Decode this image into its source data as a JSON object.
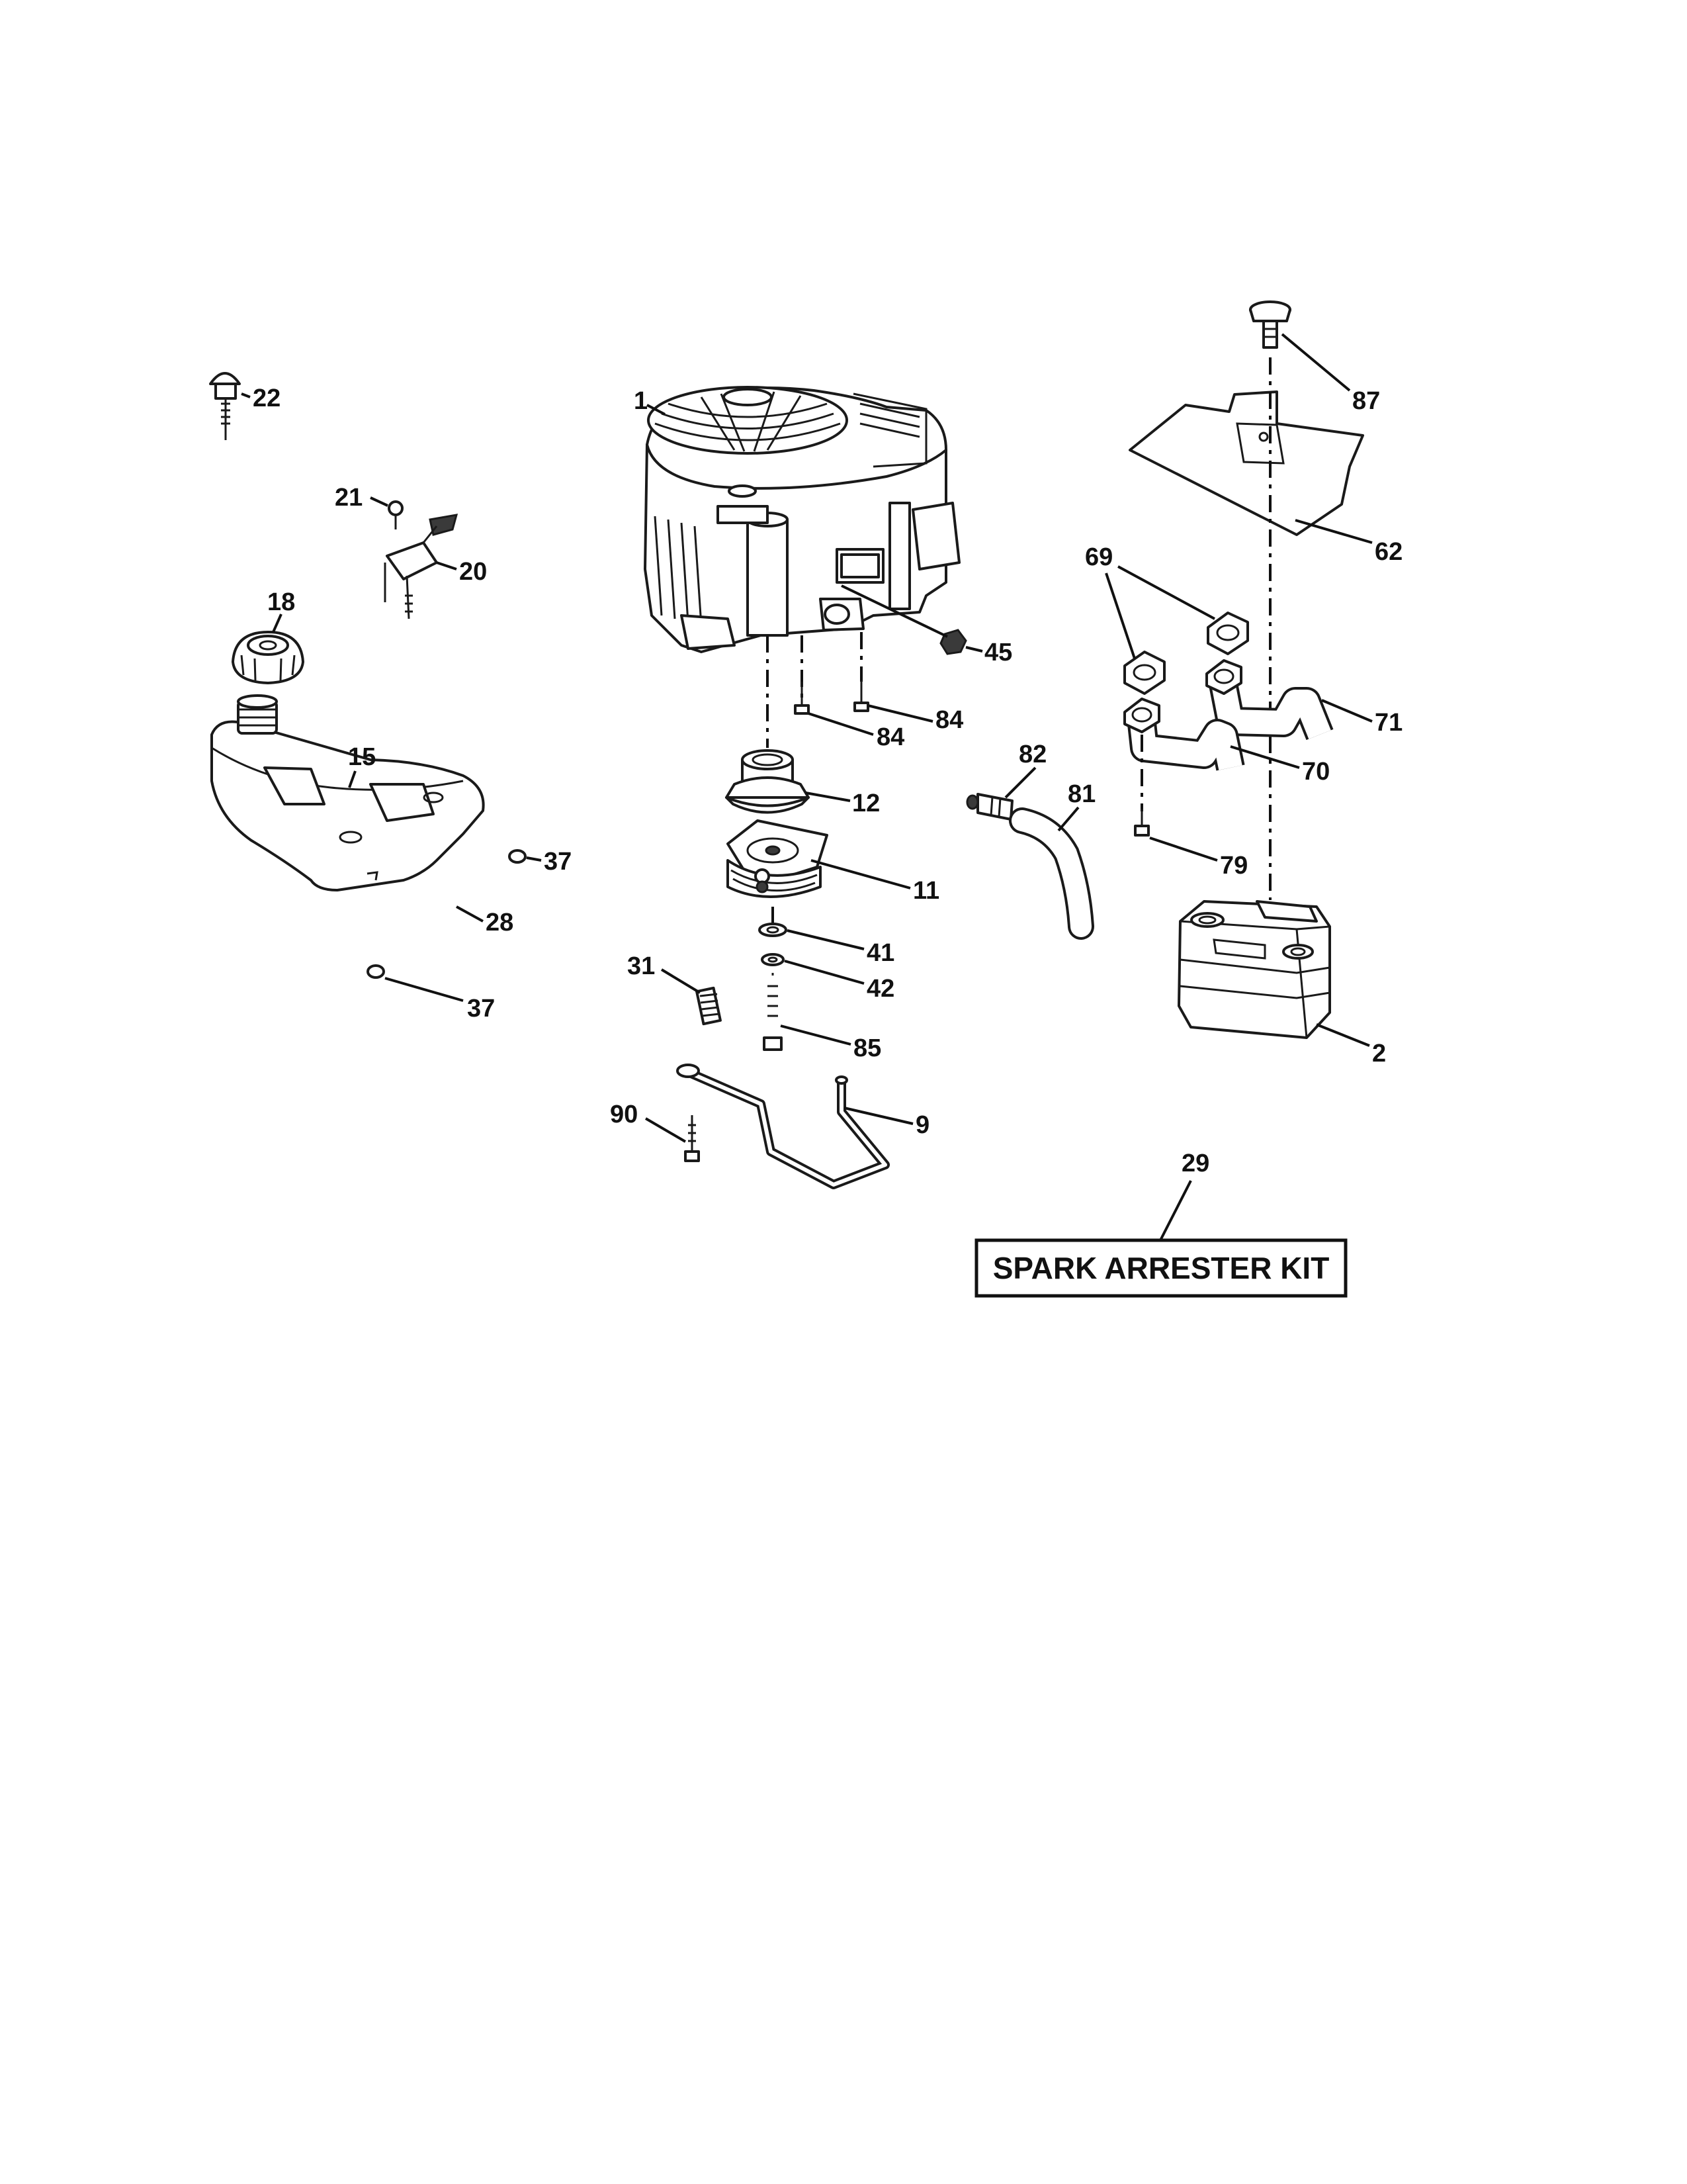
{
  "callouts": {
    "c1": "1",
    "c2": "2",
    "c9": "9",
    "c11": "11",
    "c12": "12",
    "c15": "15",
    "c18": "18",
    "c20": "20",
    "c21": "21",
    "c22": "22",
    "c28": "28",
    "c29": "29",
    "c31": "31",
    "c37a": "37",
    "c37b": "37",
    "c41": "41",
    "c42": "42",
    "c45": "45",
    "c62": "62",
    "c69": "69",
    "c70": "70",
    "c71": "71",
    "c79": "79",
    "c81": "81",
    "c82": "82",
    "c84a": "84",
    "c84b": "84",
    "c85": "85",
    "c87": "87",
    "c90": "90"
  },
  "kit_label": "SPARK ARRESTER KIT"
}
